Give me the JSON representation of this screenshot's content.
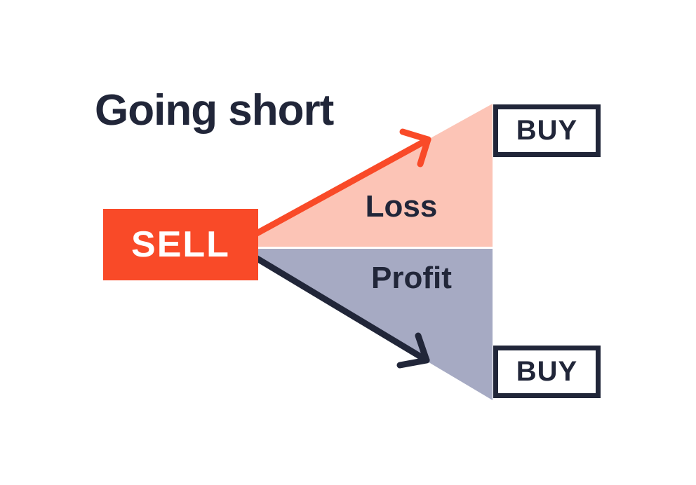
{
  "title": "Going short",
  "diagram": {
    "sell_label": "SELL",
    "loss_label": "Loss",
    "profit_label": "Profit",
    "buy_top_label": "BUY",
    "buy_bottom_label": "BUY"
  },
  "colors": {
    "background": "#ffffff",
    "accent_orange": "#F94A28",
    "navy": "#212639",
    "loss_fill": "#FCC4B6",
    "profit_fill": "#A6AAC3",
    "sell_text": "#ffffff"
  }
}
